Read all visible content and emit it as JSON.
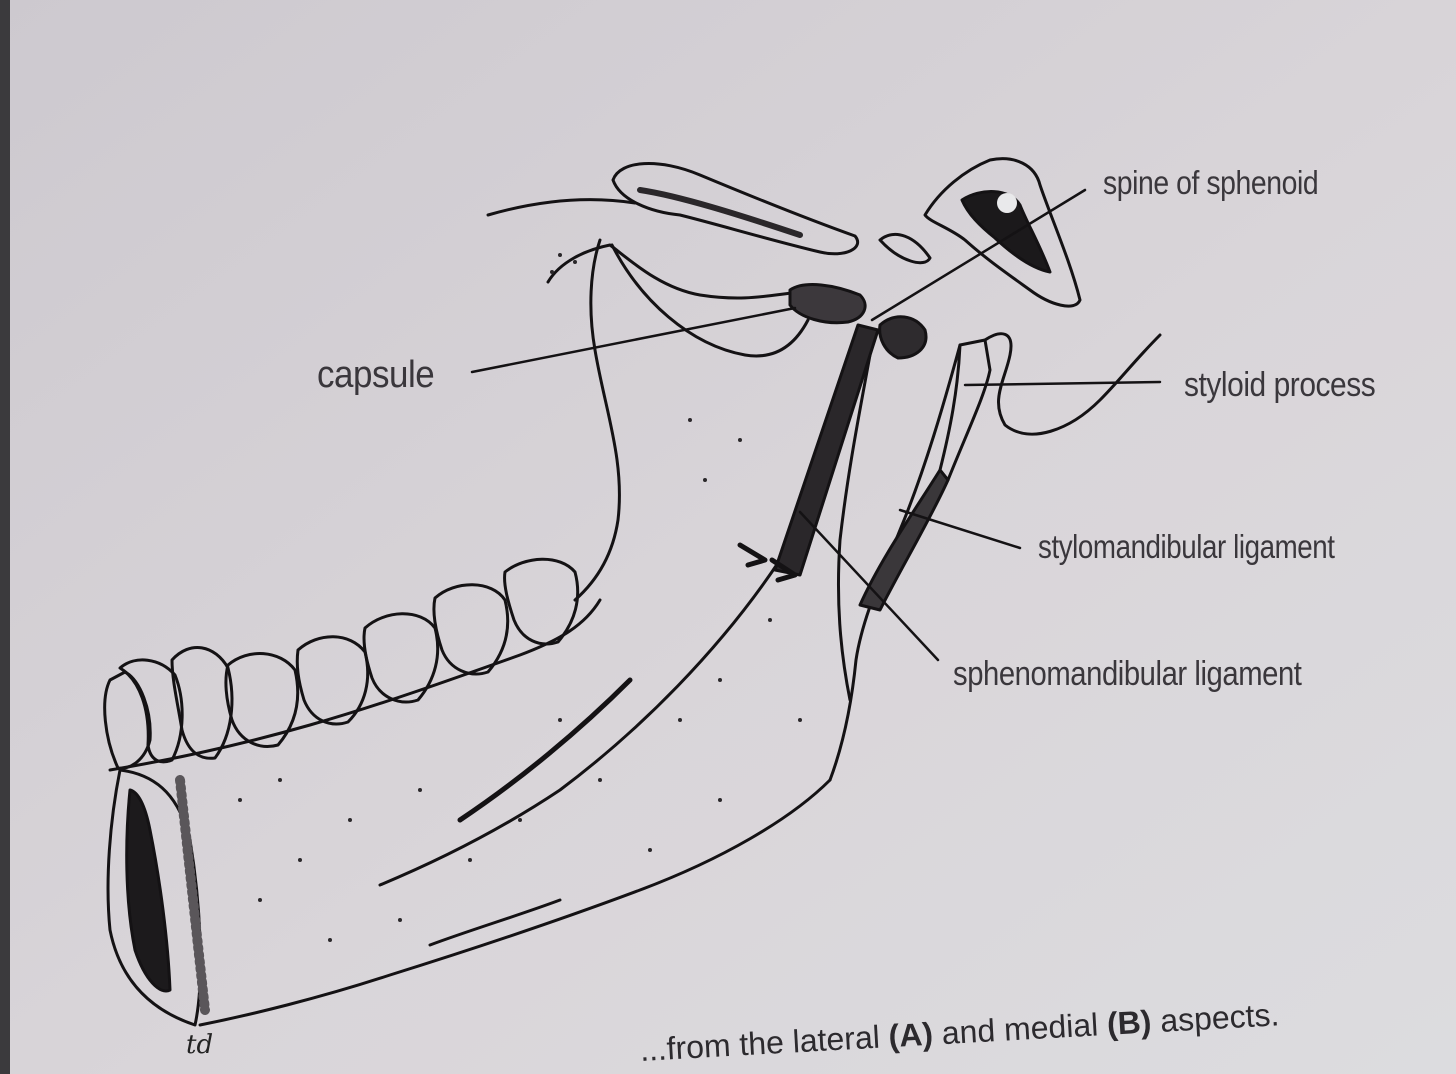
{
  "labels": {
    "spine_of_sphenoid": "spine of sphenoid",
    "capsule": "capsule",
    "styloid_process": "styloid process",
    "stylomandibular_ligament": "stylomandibular ligament",
    "sphenomandibular_ligament": "sphenomandibular ligament"
  },
  "caption": {
    "prefix": "...from the lateral",
    "a": "(A)",
    "middle": "and medial",
    "b": "(B)",
    "suffix": "aspects."
  },
  "signature": "td",
  "colors": {
    "paper": "#d6d2d6",
    "ink": "#141214",
    "label_text": "#3a373c"
  }
}
